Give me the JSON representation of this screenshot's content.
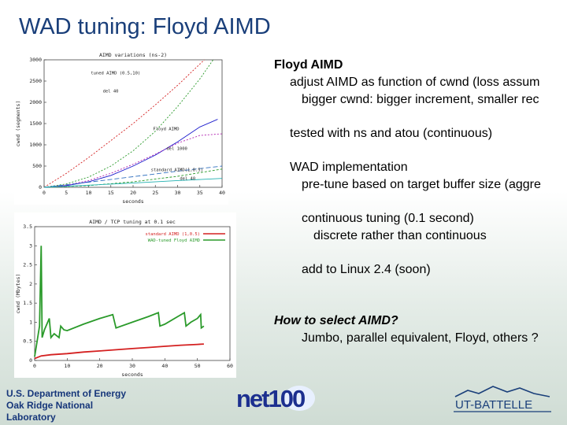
{
  "slide": {
    "title": "WAD tuning:  Floyd AIMD",
    "bullets": {
      "l1": "Floyd AIMD",
      "l2": "adjust AIMD as function of cwnd (loss assum",
      "l3": "bigger cwnd:  bigger increment, smaller rec",
      "l4": "tested with ns and atou (continuous)",
      "l5": "WAD implementation",
      "l6": "pre-tune based on target buffer size (aggre",
      "l7": "continuous tuning (0.1 second)",
      "l8": "discrete rather than continuous",
      "l9": "add to Linux 2.4 (soon)",
      "l10": "How to select AIMD?",
      "l11": "Jumbo, parallel equivalent, Floyd, others ?"
    },
    "footer": {
      "org_line1": "U.S. Department of Energy",
      "org_line2": "Oak Ridge National",
      "org_line3": "Laboratory",
      "net100_logo": "net100",
      "battelle_logo": "UT-BATTELLE"
    }
  },
  "chart_data": [
    {
      "type": "line",
      "title": "AIMD variations (ns-2)",
      "xlabel": "seconds",
      "ylabel": "cwnd (segments)",
      "xlim": [
        0,
        40
      ],
      "ylim": [
        0,
        3000
      ],
      "x_ticks": [
        "0",
        "5",
        "10",
        "15",
        "20",
        "25",
        "30",
        "35",
        "40"
      ],
      "y_ticks": [
        "0",
        "500",
        "1000",
        "1500",
        "2000",
        "2500",
        "3000"
      ],
      "grid": false,
      "series": [
        {
          "name": "tuned AIMD (0.5,10)",
          "color": "#d42020",
          "dash": "2,2",
          "points": [
            [
              0,
              0
            ],
            [
              5,
              330
            ],
            [
              10,
              700
            ],
            [
              15,
              1100
            ],
            [
              20,
              1500
            ],
            [
              25,
              1940
            ],
            [
              30,
              2400
            ],
            [
              35,
              2900
            ],
            [
              36,
              3000
            ]
          ]
        },
        {
          "name": "del 40",
          "color": "#2a9a2a",
          "dash": "2,2",
          "points": [
            [
              0,
              0
            ],
            [
              5,
              80
            ],
            [
              10,
              240
            ],
            [
              15,
              500
            ],
            [
              20,
              860
            ],
            [
              25,
              1320
            ],
            [
              30,
              1900
            ],
            [
              35,
              2550
            ],
            [
              38,
              3000
            ]
          ]
        },
        {
          "name": "Floyd AIMD",
          "color": "#1a1acc",
          "dash": "",
          "points": [
            [
              0,
              0
            ],
            [
              5,
              40
            ],
            [
              10,
              130
            ],
            [
              15,
              280
            ],
            [
              20,
              500
            ],
            [
              25,
              760
            ],
            [
              30,
              1070
            ],
            [
              35,
              1420
            ],
            [
              39,
              1600
            ]
          ]
        },
        {
          "name": "del 1000",
          "color": "#b020b0",
          "dash": "2,2",
          "points": [
            [
              0,
              0
            ],
            [
              5,
              50
            ],
            [
              10,
              160
            ],
            [
              15,
              330
            ],
            [
              20,
              540
            ],
            [
              25,
              780
            ],
            [
              30,
              1040
            ],
            [
              35,
              1220
            ],
            [
              40,
              1260
            ]
          ]
        },
        {
          "name": "standard AIMD (1,0.5)",
          "color": "#2a9a2a",
          "dash": "3,2",
          "points": [
            [
              0,
              0
            ],
            [
              10,
              40
            ],
            [
              20,
              130
            ],
            [
              30,
              260
            ],
            [
              40,
              430
            ]
          ]
        },
        {
          "name": "del 40",
          "color": "#3070c0",
          "dash": "6,3",
          "points": [
            [
              0,
              0
            ],
            [
              10,
              120
            ],
            [
              20,
              250
            ],
            [
              30,
              380
            ],
            [
              40,
              500
            ]
          ]
        },
        {
          "name": "",
          "color": "#20b0b0",
          "dash": "",
          "points": [
            [
              0,
              0
            ],
            [
              10,
              50
            ],
            [
              20,
              100
            ],
            [
              30,
              160
            ],
            [
              40,
              210
            ]
          ]
        }
      ],
      "annotations": [
        {
          "text": "tuned AIMD (0.5,10)",
          "x": 10.5,
          "y": 2660
        },
        {
          "text": "del 40",
          "x": 13.2,
          "y": 2230
        },
        {
          "text": "Floyd AIMD",
          "x": 24.5,
          "y": 1340
        },
        {
          "text": "del 1000",
          "x": 27.5,
          "y": 880
        },
        {
          "text": "standard AIMD(1,0.5)",
          "x": 24,
          "y": 380
        },
        {
          "text": "del 40",
          "x": 30.5,
          "y": 180
        }
      ]
    },
    {
      "type": "line",
      "title": "AIMD / TCP tuning at 0.1 sec",
      "xlabel": "seconds",
      "ylabel": "cwnd (Mbytes)",
      "xlim": [
        0,
        60
      ],
      "ylim": [
        0,
        3.5
      ],
      "x_ticks": [
        "0",
        "10",
        "20",
        "30",
        "40",
        "50",
        "60"
      ],
      "y_ticks": [
        "0",
        "0.5",
        "1",
        "1.5",
        "2",
        "2.5",
        "3",
        "3.5"
      ],
      "grid": false,
      "legend": "top-right",
      "series": [
        {
          "name": "standard AIMD (1,0.5)",
          "color": "#d42020",
          "points": [
            [
              0,
              0.05
            ],
            [
              2,
              0.12
            ],
            [
              5,
              0.15
            ],
            [
              10,
              0.18
            ],
            [
              15,
              0.22
            ],
            [
              20,
              0.25
            ],
            [
              25,
              0.28
            ],
            [
              30,
              0.31
            ],
            [
              35,
              0.34
            ],
            [
              40,
              0.37
            ],
            [
              45,
              0.4
            ],
            [
              50,
              0.42
            ],
            [
              52,
              0.43
            ]
          ]
        },
        {
          "name": "WAD-tuned Floyd AIMD",
          "color": "#2a9a2a",
          "points": [
            [
              0,
              0.1
            ],
            [
              1.5,
              0.9
            ],
            [
              2,
              3.0
            ],
            [
              2.3,
              0.6
            ],
            [
              3,
              0.8
            ],
            [
              4.5,
              1.1
            ],
            [
              5,
              0.6
            ],
            [
              6,
              0.7
            ],
            [
              7.5,
              0.6
            ],
            [
              8,
              0.9
            ],
            [
              9,
              0.8
            ],
            [
              10,
              0.78
            ],
            [
              15,
              0.95
            ],
            [
              20,
              1.1
            ],
            [
              24,
              1.2
            ],
            [
              25,
              0.85
            ],
            [
              30,
              1.0
            ],
            [
              35,
              1.15
            ],
            [
              38,
              1.25
            ],
            [
              38.5,
              0.9
            ],
            [
              40,
              0.95
            ],
            [
              44,
              1.15
            ],
            [
              46,
              1.25
            ],
            [
              46.5,
              0.9
            ],
            [
              48,
              1.0
            ],
            [
              50,
              1.1
            ],
            [
              51,
              1.2
            ],
            [
              51.2,
              0.85
            ],
            [
              52,
              0.9
            ]
          ]
        }
      ]
    }
  ]
}
